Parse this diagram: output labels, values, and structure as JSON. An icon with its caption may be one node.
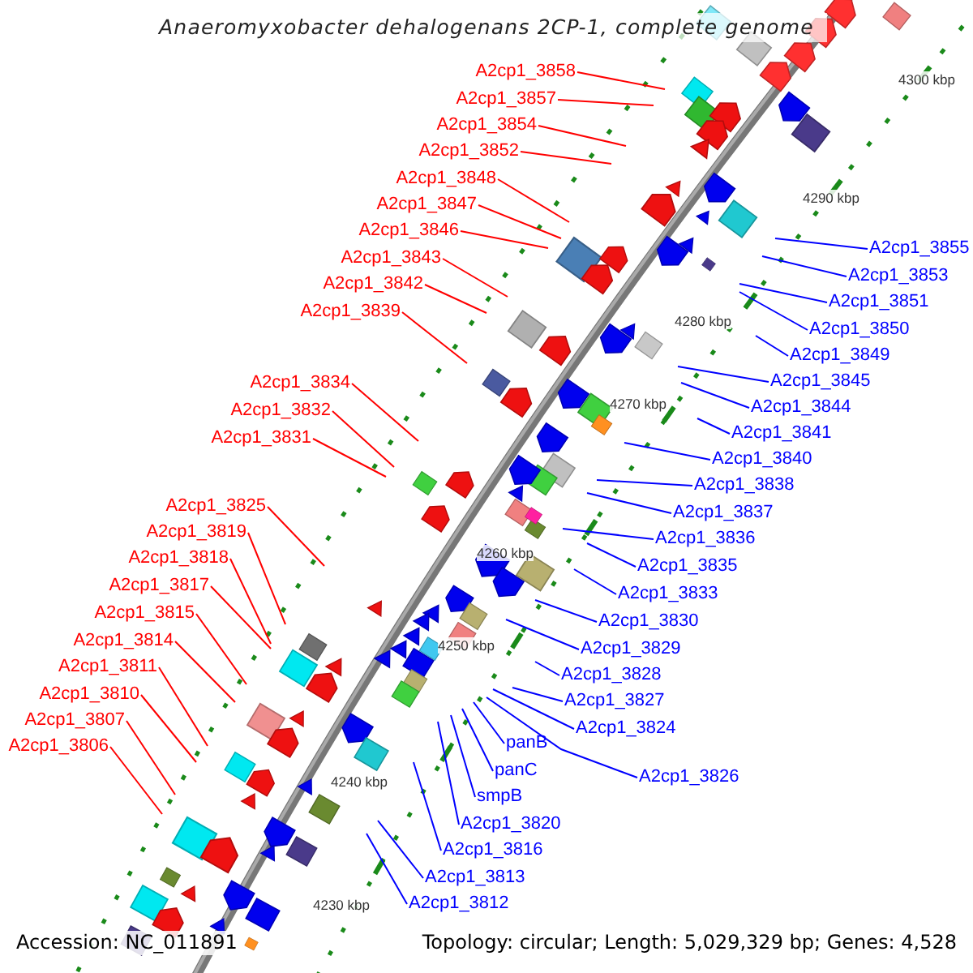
{
  "diagram": {
    "title": "Anaeromyxobacter dehalogenans 2CP-1, complete genome",
    "nodes": [
      {
        "text": [
          "A2cp1_3858"
        ]
      },
      {
        "text": [
          "A2cp1_3857"
        ]
      },
      {
        "text": [
          "A2cp1_3854"
        ]
      },
      {
        "text": [
          "A2cp1_3852"
        ]
      },
      {
        "text": [
          "A2cp1_3848"
        ]
      },
      {
        "text": [
          "A2cp1_3847"
        ]
      },
      {
        "text": [
          "A2cp1_3846"
        ]
      },
      {
        "text": [
          "A2cp1_3843"
        ]
      },
      {
        "text": [
          "A2cp1_3842"
        ]
      },
      {
        "text": [
          "A2cp1_3839"
        ]
      },
      {
        "text": [
          "A2cp1_3834"
        ]
      },
      {
        "text": [
          "A2cp1_3832"
        ]
      },
      {
        "text": [
          "A2cp1_3831"
        ]
      },
      {
        "text": [
          "A2cp1_3825"
        ]
      },
      {
        "text": [
          "A2cp1_3819"
        ]
      },
      {
        "text": [
          "A2cp1_3818"
        ]
      },
      {
        "text": [
          "A2cp1_3817"
        ]
      },
      {
        "text": [
          "A2cp1_3815"
        ]
      },
      {
        "text": [
          "A2cp1_3814"
        ]
      },
      {
        "text": [
          "A2cp1_3811"
        ]
      },
      {
        "text": [
          "A2cp1_3810"
        ]
      },
      {
        "text": [
          "A2cp1_3807"
        ]
      },
      {
        "text": [
          "A2cp1_3806"
        ]
      },
      {
        "text": [
          "A2cp1_3855"
        ]
      },
      {
        "text": [
          "A2cp1_3853"
        ]
      },
      {
        "text": [
          "A2cp1_3851"
        ]
      },
      {
        "text": [
          "A2cp1_3850"
        ]
      },
      {
        "text": [
          "A2cp1_3849"
        ]
      },
      {
        "text": [
          "A2cp1_3845"
        ]
      },
      {
        "text": [
          "A2cp1_3844"
        ]
      },
      {
        "text": [
          "A2cp1_3841"
        ]
      },
      {
        "text": [
          "A2cp1_3840"
        ]
      },
      {
        "text": [
          "A2cp1_3838"
        ]
      },
      {
        "text": [
          "A2cp1_3837"
        ]
      },
      {
        "text": [
          "A2cp1_3836"
        ]
      },
      {
        "text": [
          "A2cp1_3835"
        ]
      },
      {
        "text": [
          "A2cp1_3833"
        ]
      },
      {
        "text": [
          "A2cp1_3830"
        ]
      },
      {
        "text": [
          "A2cp1_3829"
        ]
      },
      {
        "text": [
          "A2cp1_3828"
        ]
      },
      {
        "text": [
          "A2cp1_3827"
        ]
      },
      {
        "text": [
          "A2cp1_3824"
        ]
      },
      {
        "text": [
          "A2cp1_3826"
        ]
      },
      {
        "text": [
          "panB"
        ]
      },
      {
        "text": [
          "panC"
        ]
      },
      {
        "text": [
          "smpB"
        ]
      },
      {
        "text": [
          "A2cp1_3820"
        ]
      },
      {
        "text": [
          "A2cp1_3816"
        ]
      },
      {
        "text": [
          "A2cp1_3813"
        ]
      },
      {
        "text": [
          "A2cp1_3812"
        ]
      }
    ],
    "edges": [
      {
        "from": 0,
        "to": null,
        "arrow": "none",
        "color": "#ff0000"
      },
      {
        "from": 1,
        "to": null,
        "arrow": "none",
        "color": "#ff0000"
      },
      {
        "from": 2,
        "to": null,
        "arrow": "none",
        "color": "#ff0000"
      },
      {
        "from": 3,
        "to": null,
        "arrow": "none",
        "color": "#ff0000"
      },
      {
        "from": 4,
        "to": null,
        "arrow": "none",
        "color": "#ff0000"
      },
      {
        "from": 5,
        "to": null,
        "arrow": "none",
        "color": "#ff0000"
      },
      {
        "from": 6,
        "to": null,
        "arrow": "none",
        "color": "#ff0000"
      },
      {
        "from": 7,
        "to": null,
        "arrow": "none",
        "color": "#ff0000"
      },
      {
        "from": 8,
        "to": null,
        "arrow": "none",
        "color": "#ff0000"
      },
      {
        "from": 9,
        "to": null,
        "arrow": "none",
        "color": "#ff0000"
      },
      {
        "from": 10,
        "to": null,
        "arrow": "none",
        "color": "#ff0000"
      },
      {
        "from": 11,
        "to": null,
        "arrow": "none",
        "color": "#ff0000"
      },
      {
        "from": 12,
        "to": null,
        "arrow": "none",
        "color": "#ff0000"
      },
      {
        "from": 13,
        "to": null,
        "arrow": "none",
        "color": "#ff0000"
      },
      {
        "from": 14,
        "to": null,
        "arrow": "none",
        "color": "#ff0000"
      },
      {
        "from": 15,
        "to": null,
        "arrow": "none",
        "color": "#ff0000"
      },
      {
        "from": 16,
        "to": null,
        "arrow": "none",
        "color": "#ff0000"
      },
      {
        "from": 17,
        "to": null,
        "arrow": "none",
        "color": "#ff0000"
      },
      {
        "from": 18,
        "to": null,
        "arrow": "none",
        "color": "#ff0000"
      },
      {
        "from": 19,
        "to": null,
        "arrow": "none",
        "color": "#ff0000"
      },
      {
        "from": 20,
        "to": null,
        "arrow": "none",
        "color": "#ff0000"
      },
      {
        "from": 21,
        "to": null,
        "arrow": "none",
        "color": "#ff0000"
      },
      {
        "from": 22,
        "to": null,
        "arrow": "none",
        "color": "#ff0000"
      },
      {
        "from": 23,
        "to": null,
        "arrow": "none"
      },
      {
        "from": 24,
        "to": null,
        "arrow": "none"
      },
      {
        "from": 25,
        "to": null,
        "arrow": "none"
      },
      {
        "from": 26,
        "to": null,
        "arrow": "none"
      },
      {
        "from": 27,
        "to": null,
        "arrow": "none"
      },
      {
        "from": 28,
        "to": null,
        "arrow": "none"
      },
      {
        "from": 29,
        "to": null,
        "arrow": "none"
      },
      {
        "from": 30,
        "to": null,
        "arrow": "none"
      },
      {
        "from": 31,
        "to": null,
        "arrow": "none"
      },
      {
        "from": 32,
        "to": null,
        "arrow": "none"
      },
      {
        "from": 33,
        "to": null,
        "arrow": "none"
      },
      {
        "from": 34,
        "to": null,
        "arrow": "none"
      },
      {
        "from": 35,
        "to": null,
        "arrow": "none"
      },
      {
        "from": 36,
        "to": null,
        "arrow": "none"
      },
      {
        "from": 37,
        "to": null,
        "arrow": "none"
      },
      {
        "from": 38,
        "to": null,
        "arrow": "none"
      },
      {
        "from": 39,
        "to": null,
        "arrow": "none"
      },
      {
        "from": 40,
        "to": null,
        "arrow": "none"
      },
      {
        "from": 41,
        "to": null,
        "arrow": "none"
      },
      {
        "from": 42,
        "to": null,
        "arrow": "none"
      },
      {
        "from": 43,
        "to": null,
        "arrow": "none"
      },
      {
        "from": 44,
        "to": null,
        "arrow": "none"
      },
      {
        "from": 45,
        "to": null,
        "arrow": "none"
      },
      {
        "from": 46,
        "to": null,
        "arrow": "none"
      },
      {
        "from": 47,
        "to": null,
        "arrow": "none"
      },
      {
        "from": 48,
        "to": null,
        "arrow": "none"
      },
      {
        "from": 49,
        "to": null,
        "arrow": "none"
      }
    ],
    "labels": [
      "4300 kbp",
      "4290 kbp",
      "4280 kbp",
      "4270 kbp",
      "4260 kbp",
      "4250 kbp",
      "4240 kbp",
      "4230 kbp",
      "Accession: NC_011891",
      "Topology: circular; Length: 5,029,329 bp; Genes: 4,528"
    ]
  }
}
